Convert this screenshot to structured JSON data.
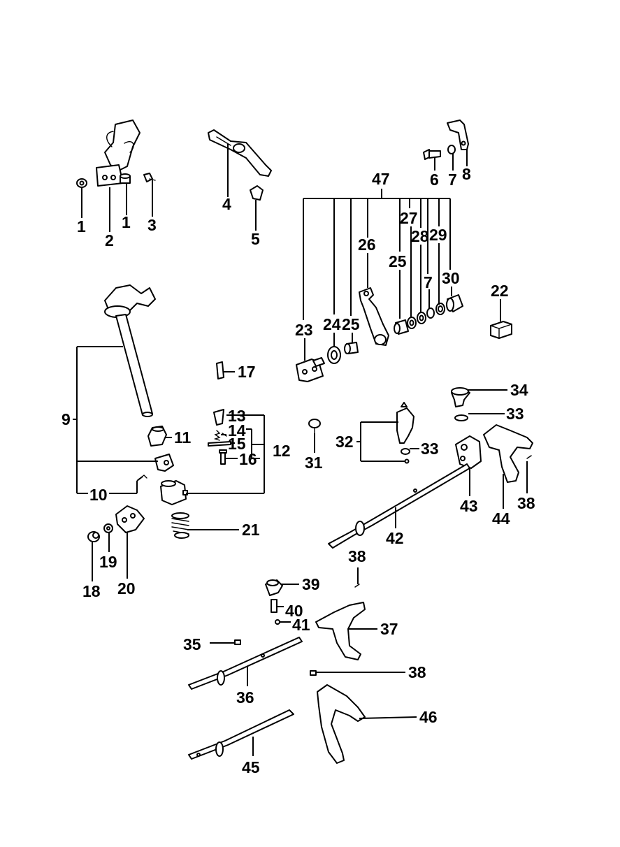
{
  "callouts": {
    "c1a": "1",
    "c2": "2",
    "c1b": "1",
    "c3": "3",
    "c4": "4",
    "c5": "5",
    "c6": "6",
    "c7a": "7",
    "c8": "8",
    "c47": "47",
    "c27": "27",
    "c26": "26",
    "c28": "28",
    "c29": "29",
    "c25a": "25",
    "c7b": "7",
    "c30": "30",
    "c22": "22",
    "c23": "23",
    "c24": "24",
    "c25b": "25",
    "c17": "17",
    "c9": "9",
    "c13": "13",
    "c14": "14",
    "c11": "11",
    "c15": "15",
    "c12": "12",
    "c16": "16",
    "c31": "31",
    "c32": "32",
    "c33a": "33",
    "c33b": "33",
    "c34": "34",
    "c10": "10",
    "c43": "43",
    "c44": "44",
    "c38a": "38",
    "c21": "21",
    "c42": "42",
    "c19": "19",
    "c18": "18",
    "c20": "20",
    "c38b": "38",
    "c39": "39",
    "c40": "40",
    "c41": "41",
    "c37": "37",
    "c35": "35",
    "c38c": "38",
    "c36": "36",
    "c46": "46",
    "c45": "45"
  }
}
